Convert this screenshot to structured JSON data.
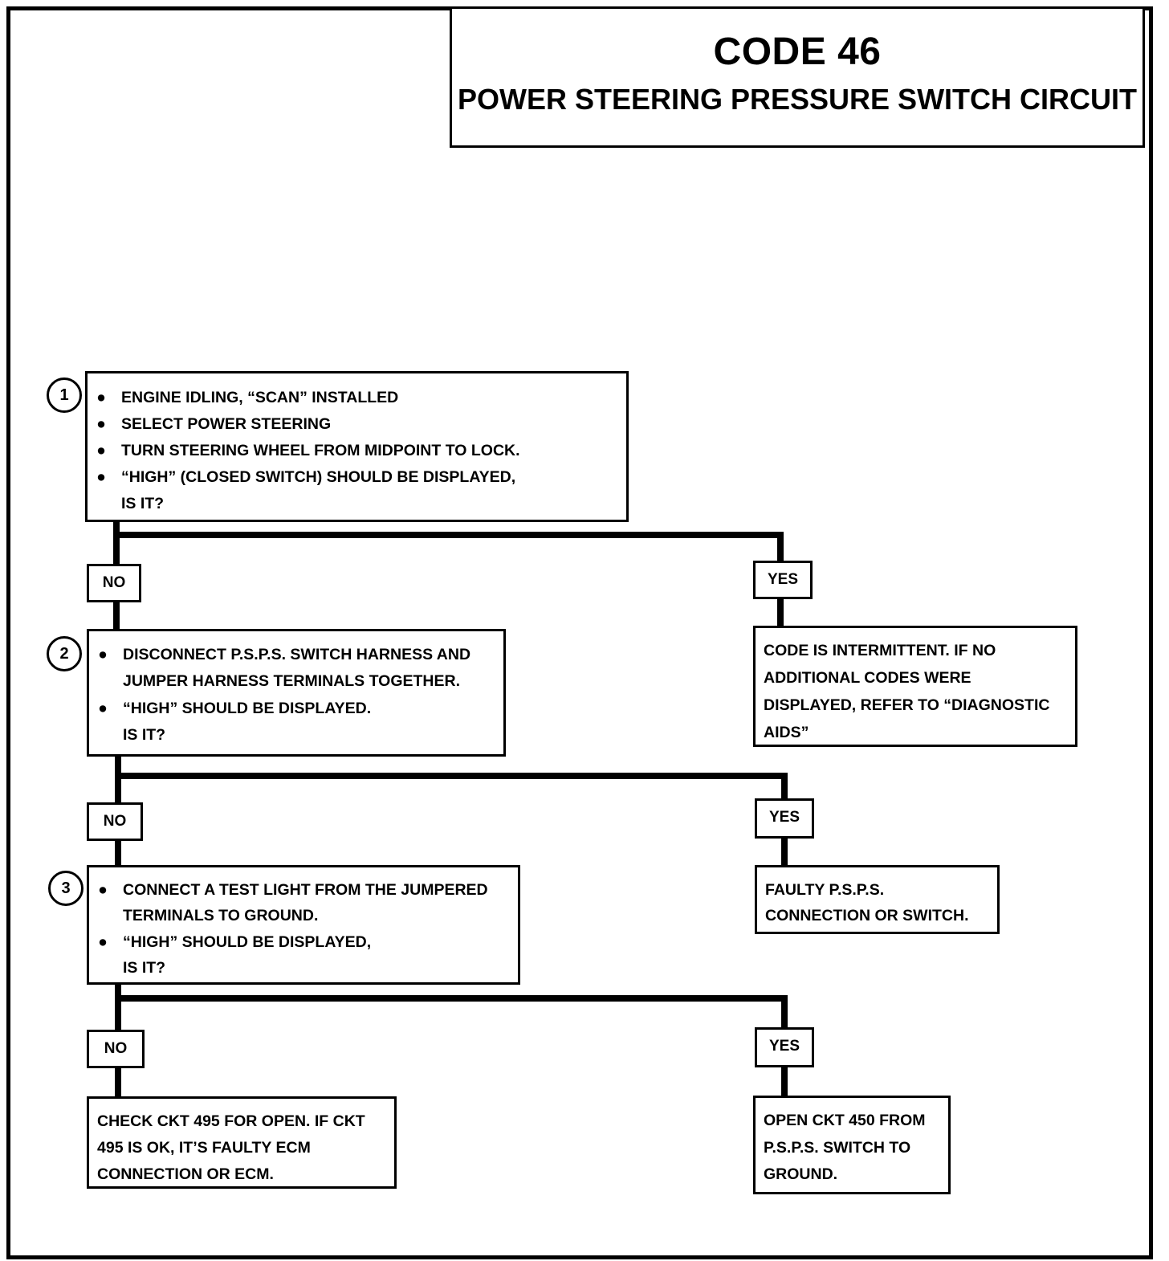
{
  "title": {
    "code": "CODE 46",
    "subtitle": "POWER STEERING PRESSURE SWITCH CIRCUIT"
  },
  "steps": [
    {
      "number": "1",
      "lines": [
        {
          "bullet": true,
          "text": "ENGINE IDLING, “SCAN” INSTALLED"
        },
        {
          "bullet": true,
          "text": "SELECT POWER STEERING"
        },
        {
          "bullet": true,
          "text": "TURN STEERING WHEEL FROM MIDPOINT TO LOCK."
        },
        {
          "bullet": true,
          "text": "“HIGH” (CLOSED SWITCH) SHOULD BE DISPLAYED,"
        },
        {
          "bullet": false,
          "text": "IS IT?"
        }
      ]
    },
    {
      "number": "2",
      "lines": [
        {
          "bullet": true,
          "text": "DISCONNECT P.S.P.S. SWITCH HARNESS AND"
        },
        {
          "bullet": false,
          "text": "JUMPER HARNESS TERMINALS TOGETHER."
        },
        {
          "bullet": true,
          "text": "“HIGH” SHOULD BE DISPLAYED."
        },
        {
          "bullet": false,
          "text": "IS IT?"
        }
      ]
    },
    {
      "number": "3",
      "lines": [
        {
          "bullet": true,
          "text": "CONNECT A TEST LIGHT FROM THE JUMPERED"
        },
        {
          "bullet": false,
          "text": "TERMINALS TO GROUND."
        },
        {
          "bullet": true,
          "text": "“HIGH” SHOULD BE DISPLAYED,"
        },
        {
          "bullet": false,
          "text": "IS IT?"
        }
      ]
    }
  ],
  "branch_labels": {
    "no": "NO",
    "yes": "YES"
  },
  "results": {
    "step1_yes": [
      "CODE IS INTERMITTENT. IF NO",
      "ADDITIONAL CODES WERE",
      "DISPLAYED, REFER TO “DIAGNOSTIC",
      "AIDS”"
    ],
    "step2_yes": [
      "FAULTY P.S.P.S.",
      "CONNECTION OR SWITCH."
    ],
    "step3_no": [
      "CHECK CKT 495 FOR OPEN.  IF CKT",
      "495 IS OK, IT’S FAULTY ECM",
      "CONNECTION OR ECM."
    ],
    "step3_yes": [
      "OPEN CKT 450 FROM",
      "P.S.P.S. SWITCH TO",
      "GROUND."
    ]
  },
  "bullet_glyph": "●"
}
